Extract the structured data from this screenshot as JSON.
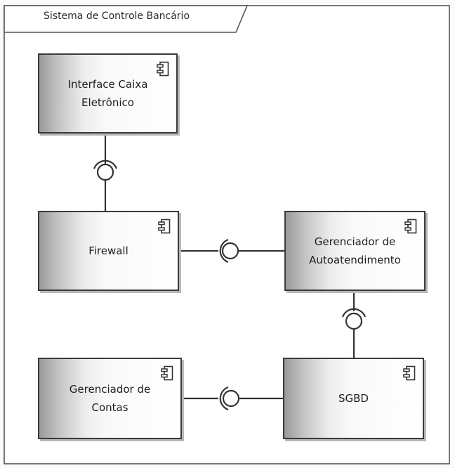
{
  "diagram": {
    "package_title": "Sistema de Controle Bancário",
    "components": [
      {
        "id": "interface",
        "label_lines": [
          "Interface Caixa",
          "Eletrônico"
        ]
      },
      {
        "id": "firewall",
        "label_lines": [
          "Firewall"
        ]
      },
      {
        "id": "gerauto",
        "label_lines": [
          "Gerenciador de",
          "Autoatendimento"
        ]
      },
      {
        "id": "gercontas",
        "label_lines": [
          "Gerenciador de",
          "Contas"
        ]
      },
      {
        "id": "sgbd",
        "label_lines": [
          "SGBD"
        ]
      }
    ],
    "connections": [
      {
        "from": "firewall",
        "to": "interface",
        "kind": "provided-required-interface"
      },
      {
        "from": "firewall",
        "to": "gerauto",
        "kind": "provided-required-interface"
      },
      {
        "from": "sgbd",
        "to": "gerauto",
        "kind": "provided-required-interface"
      },
      {
        "from": "sgbd",
        "to": "gercontas",
        "kind": "provided-required-interface"
      }
    ],
    "icon": "uml-component-icon"
  }
}
